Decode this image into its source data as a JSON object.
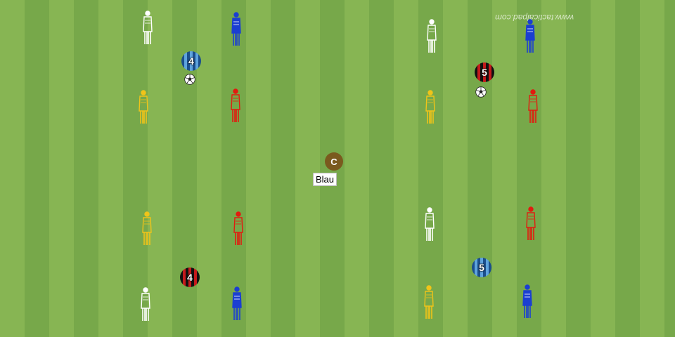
{
  "watermark": "www.tacticalpad.com",
  "colors": {
    "stripe_dark": "#77a84a",
    "stripe_light": "#87b553",
    "mannequin_white": "#ffffff",
    "mannequin_blue": "#1b3fd1",
    "mannequin_red": "#e21b0f",
    "mannequin_yellow": "#f0c419",
    "coach": "#7a5a1e"
  },
  "players": [
    {
      "number": "4",
      "kit": "blue-striped"
    },
    {
      "number": "5",
      "kit": "red-black-striped"
    },
    {
      "number": "4",
      "kit": "red-black-striped"
    },
    {
      "number": "5",
      "kit": "blue-striped"
    }
  ],
  "coach": {
    "letter": "C",
    "label": "Blau"
  },
  "mannequins": [
    "white",
    "blue",
    "white",
    "blue",
    "yellow",
    "red",
    "yellow",
    "red",
    "yellow",
    "red",
    "white",
    "red",
    "white",
    "blue",
    "yellow",
    "blue"
  ],
  "balls": [
    "soccer-ball",
    "soccer-ball"
  ]
}
